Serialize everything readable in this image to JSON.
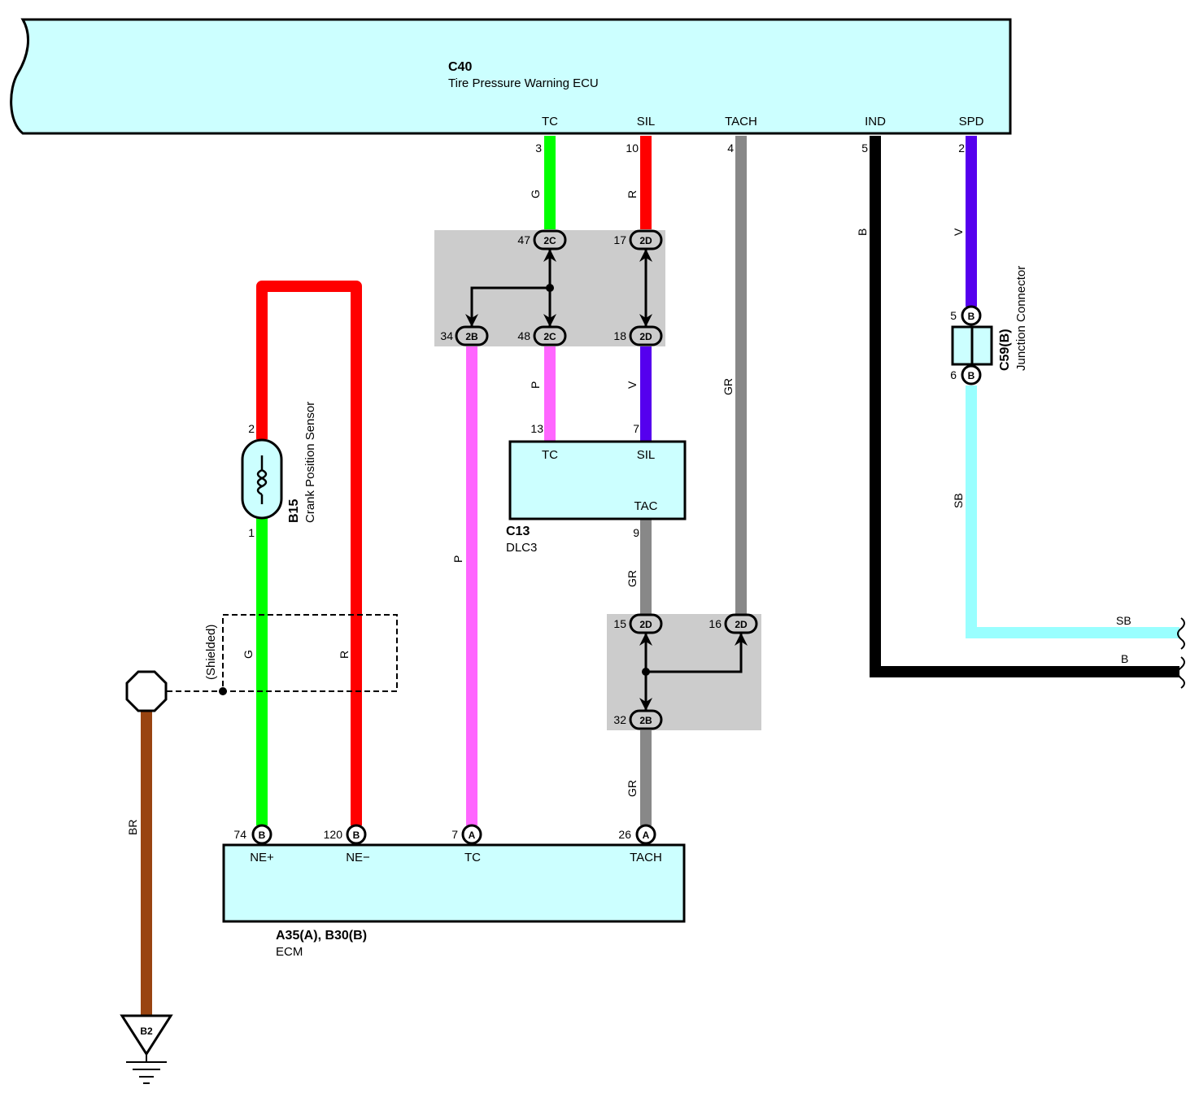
{
  "colors": {
    "component_fill": "#ccffff",
    "junction_fill": "#cccccc",
    "G": "#00ff00",
    "R": "#ff0000",
    "P": "#ff66ff",
    "V": "#5500ee",
    "GR": "#888888",
    "B": "#000000",
    "SB": "#99ffff",
    "BR": "#994411"
  },
  "ecu": {
    "code": "C40",
    "name": "Tire Pressure Warning ECU",
    "terminals": {
      "tc": "TC",
      "sil": "SIL",
      "tach": "TACH",
      "ind": "IND",
      "spd": "SPD"
    },
    "pins": {
      "tc": "3",
      "sil": "10",
      "tach": "4",
      "ind": "5",
      "spd": "2"
    }
  },
  "dlc": {
    "code": "C13",
    "name": "DLC3",
    "terminals": {
      "tc": "TC",
      "sil": "SIL",
      "tac": "TAC"
    },
    "pins": {
      "tc": "13",
      "sil": "7",
      "tac": "9"
    }
  },
  "ecm": {
    "code": "A35(A), B30(B)",
    "name": "ECM",
    "terminals": {
      "ne_plus": "NE+",
      "ne_minus": "NE−",
      "tc": "TC",
      "tach": "TACH"
    },
    "pins": {
      "ne_plus": "74",
      "ne_minus": "120",
      "tc": "7",
      "tach": "26"
    },
    "connectors": {
      "ne_plus": "B",
      "ne_minus": "B",
      "tc": "A",
      "tach": "A"
    }
  },
  "sensor": {
    "code": "B15",
    "name": "Crank Position Sensor",
    "pins": {
      "top": "2",
      "bottom": "1"
    }
  },
  "junction_connector": {
    "code": "C59(B)",
    "name": "Junction Connector",
    "pins": {
      "top": "5",
      "bottom": "6"
    },
    "tags": {
      "top": "B",
      "bottom": "B"
    }
  },
  "junction_block_1": {
    "connectors": [
      {
        "pin": "47",
        "tag": "2C"
      },
      {
        "pin": "17",
        "tag": "2D"
      },
      {
        "pin": "34",
        "tag": "2B"
      },
      {
        "pin": "48",
        "tag": "2C"
      },
      {
        "pin": "18",
        "tag": "2D"
      }
    ]
  },
  "junction_block_2": {
    "connectors": [
      {
        "pin": "15",
        "tag": "2D"
      },
      {
        "pin": "16",
        "tag": "2D"
      },
      {
        "pin": "32",
        "tag": "2B"
      }
    ]
  },
  "wire_labels": {
    "ecu_tc": "G",
    "ecu_sil": "R",
    "ecu_tach": "GR",
    "ecu_ind": "B",
    "ecu_spd": "V",
    "dlc_tc": "P",
    "dlc_sil": "V",
    "ecm_tc": "P",
    "dlc_tac": "GR",
    "ecm_tach": "GR",
    "sensor_g": "G",
    "sensor_r": "R",
    "jc_sb": "SB",
    "right_sb": "SB",
    "right_b": "B",
    "ground_br": "BR"
  },
  "shield_label": "(Shielded)",
  "ground": {
    "code": "B2"
  }
}
